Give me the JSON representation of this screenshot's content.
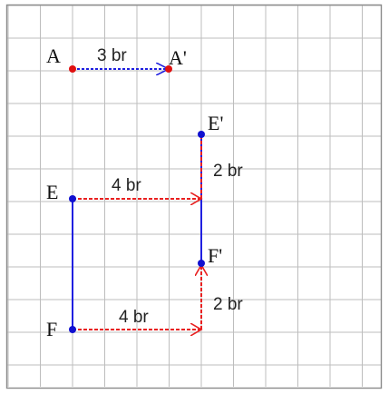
{
  "colors": {
    "grid": "#bdbdbd",
    "frame": "#8a8a8a",
    "segment": "#2020e0",
    "translate_dashed": "#e82020",
    "vector_blue": "#2020e0",
    "point_red": "#e01010",
    "point_blue": "#1010d0"
  },
  "points": {
    "A": "A",
    "A_prime": "A'",
    "E": "E",
    "E_prime": "E'",
    "F": "F",
    "F_prime": "F'"
  },
  "vectors": {
    "AA_prime": "3 br",
    "EE_shift": "4 br",
    "EE_up": "2 br",
    "FF_shift": "4 br",
    "FF_up": "2 br"
  }
}
